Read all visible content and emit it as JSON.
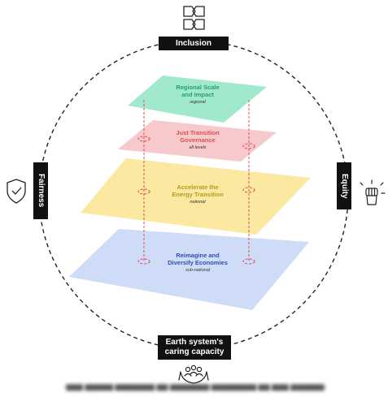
{
  "pillars": {
    "top": "Inclusion",
    "left": "Fairness",
    "right": "Equity",
    "bottom": "Earth system's\ncaring capacity"
  },
  "layers": [
    {
      "title": "Regional Scale\nand Impact",
      "subtitle": "regional",
      "fill": "#9be8c9",
      "title_color": "#2a9d6f"
    },
    {
      "title": "Just Transition\nGovernance",
      "subtitle": "all levels",
      "fill": "#f6c3c8",
      "title_color": "#d9534f"
    },
    {
      "title": "Accelerate the\nEnergy Transition",
      "subtitle": "national",
      "fill": "#fbe79a",
      "title_color": "#b99a1d"
    },
    {
      "title": "Reimagine and\nDiversify Economies",
      "subtitle": "sub-national",
      "fill": "#c9d8f6",
      "title_color": "#2c4fb3"
    }
  ],
  "icons": {
    "top": "hands-together-icon",
    "left": "shield-check-icon",
    "right": "raised-fist-icon",
    "bottom": "people-in-hands-icon"
  },
  "colors": {
    "circle": "#222222",
    "connector": "#d9534f",
    "pill": "#111111"
  }
}
